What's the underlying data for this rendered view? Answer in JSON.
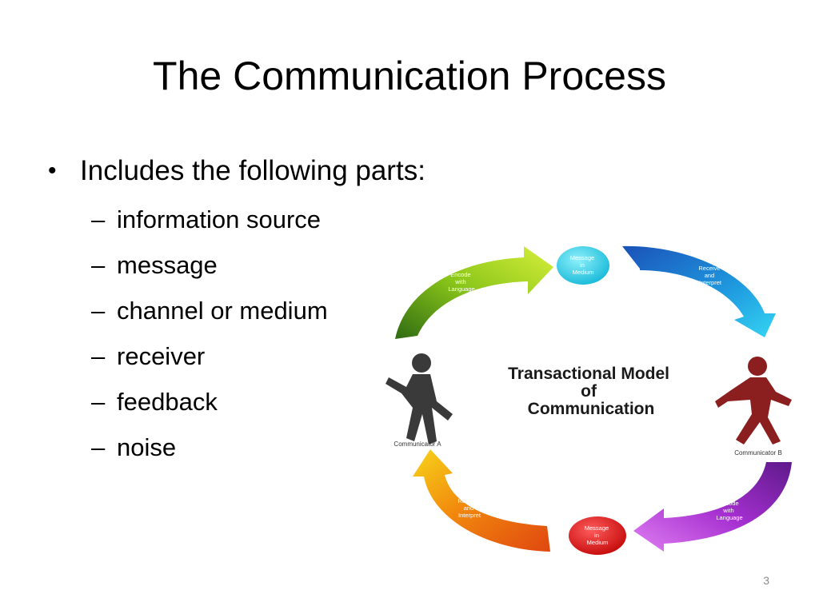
{
  "slide": {
    "title": "The Communication Process",
    "bullet": "Includes the following parts:",
    "sub_bullets": [
      "information source",
      "message",
      "channel or medium",
      "receiver",
      "feedback",
      "noise"
    ],
    "page_number": "3"
  },
  "diagram": {
    "title_lines": [
      "Transactional Model",
      "of",
      "Communication"
    ],
    "communicator_a": "Communicator A",
    "communicator_b": "Communicator B",
    "encode_a": [
      "Encode",
      "with",
      "Language"
    ],
    "message_top": [
      "Message",
      "in",
      "Medium"
    ],
    "receive_top": [
      "Receive",
      "and",
      "Interpret"
    ],
    "encode_b": [
      "Encode",
      "with",
      "Language"
    ],
    "message_bottom": [
      "Message",
      "in",
      "Medium"
    ],
    "receive_bottom": [
      "Recieve",
      "and",
      "Interpret"
    ],
    "colors": {
      "arrow_green": "#8bc61a",
      "arrow_blue": "#1f8fdc",
      "arrow_purple": "#a52fd0",
      "arrow_orange": "#f2a20e",
      "bubble_cyan": "#2fd0e8",
      "bubble_red": "#e31414",
      "figure_a": "#3a3a3a",
      "figure_b": "#8b1f1f"
    }
  }
}
